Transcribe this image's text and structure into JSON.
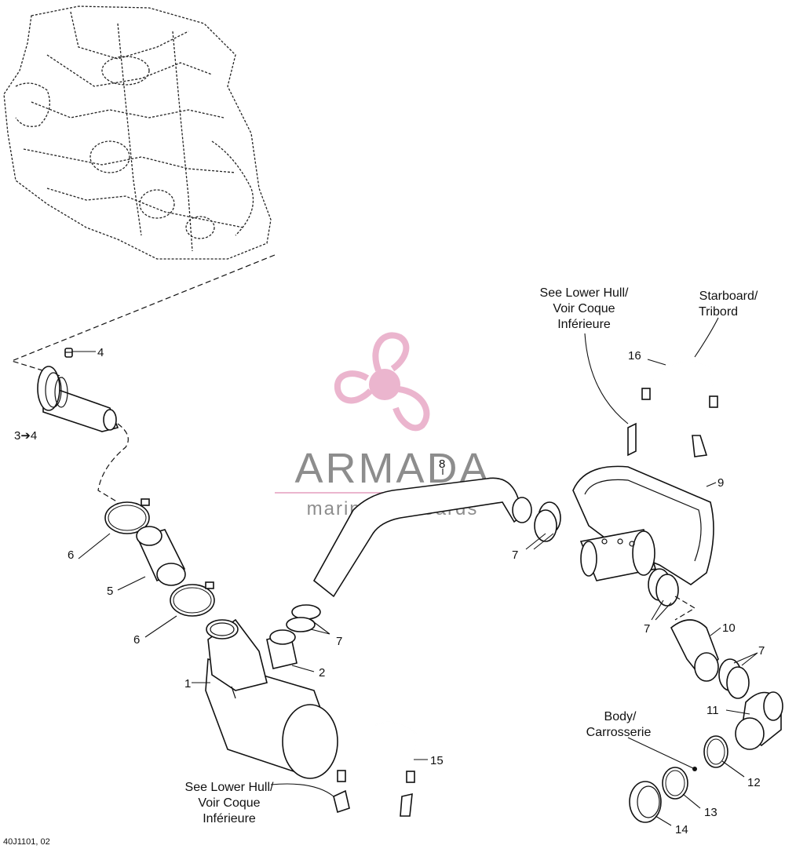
{
  "drawing_code": "40J1101, 02",
  "watermark": {
    "brand": "ARMADA",
    "tagline": "marine outboards",
    "color": "#e8a9c6",
    "text_color": "#7a7a7a"
  },
  "notes": {
    "lower_hull_top": [
      "See Lower Hull/",
      "Voir Coque",
      "Inférieure"
    ],
    "starboard": [
      "Starboard/",
      "Tribord"
    ],
    "body": [
      "Body/",
      "Carrosserie"
    ],
    "lower_hull_bottom": [
      "See Lower Hull/",
      "Voir Coque",
      "Inférieure"
    ]
  },
  "callouts": {
    "c1": "1",
    "c2": "2",
    "c3": "3➔4",
    "c4": "4",
    "c5": "5",
    "c6a": "6",
    "c6b": "6",
    "c7a": "7",
    "c7b": "7",
    "c7c": "7",
    "c7d": "7",
    "c8": "8",
    "c9": "9",
    "c10": "10",
    "c11": "11",
    "c12": "12",
    "c13": "13",
    "c14": "14",
    "c15": "15",
    "c16": "16"
  }
}
